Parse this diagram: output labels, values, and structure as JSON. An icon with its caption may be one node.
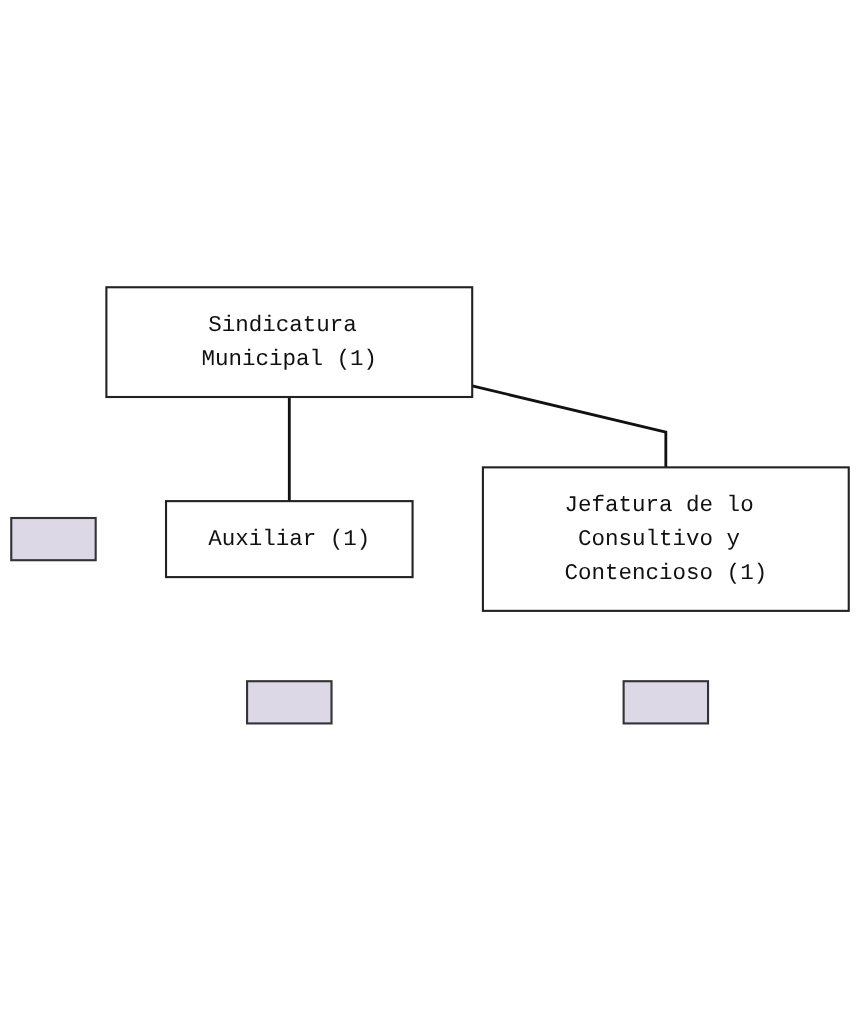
{
  "diagram": {
    "nodes": [
      {
        "text": [
          "Sindicatura Municipal (1)"
        ]
      },
      {
        "text": [],
        "shape": "bar"
      },
      {
        "text": [
          "Auxiliar (1)"
        ]
      },
      {
        "text": [],
        "shape": "bar"
      },
      {
        "text": [
          "Jefatura de lo Consultivo y Contencioso (1)"
        ]
      },
      {
        "text": [],
        "shape": "bar"
      }
    ],
    "edges": [
      {
        "from": 0,
        "to": 2,
        "arrow": "none"
      },
      {
        "from": 0,
        "to": 4,
        "arrow": "none"
      }
    ]
  }
}
